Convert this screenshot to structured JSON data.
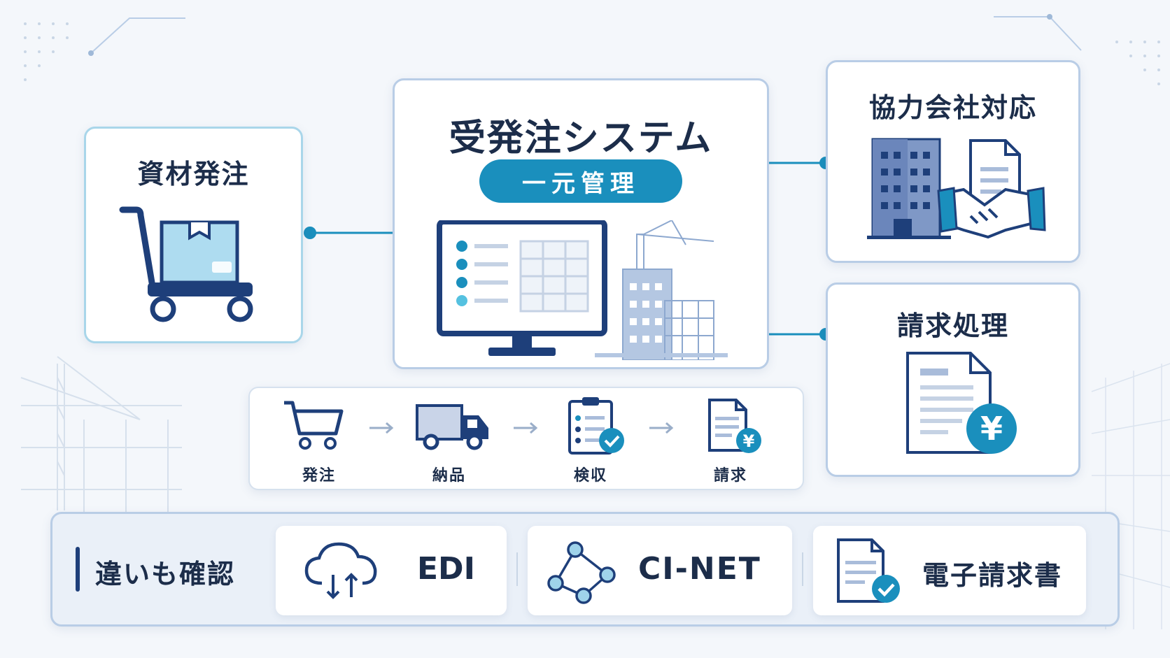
{
  "main": {
    "title": "受発注システム",
    "badge": "一元管理"
  },
  "left_card": {
    "title": "資材発注"
  },
  "right_cards": [
    {
      "title": "協力会社対応"
    },
    {
      "title": "請求処理"
    }
  ],
  "flow": {
    "steps": [
      {
        "label": "発注",
        "icon": "shopping-cart-icon"
      },
      {
        "label": "納品",
        "icon": "delivery-truck-icon"
      },
      {
        "label": "検収",
        "icon": "clipboard-check-icon"
      },
      {
        "label": "請求",
        "icon": "invoice-yen-icon"
      }
    ]
  },
  "bottom": {
    "heading": "違いも確認",
    "items": [
      {
        "label": "EDI",
        "icon": "cloud-sync-icon"
      },
      {
        "label": "CI-NET",
        "icon": "network-nodes-icon"
      },
      {
        "label": "電子請求書",
        "icon": "document-check-icon"
      }
    ]
  },
  "colors": {
    "accent": "#1a8fbd",
    "navy": "#1e3f7a",
    "text": "#1c2d4a",
    "border": "#b9cde6"
  }
}
